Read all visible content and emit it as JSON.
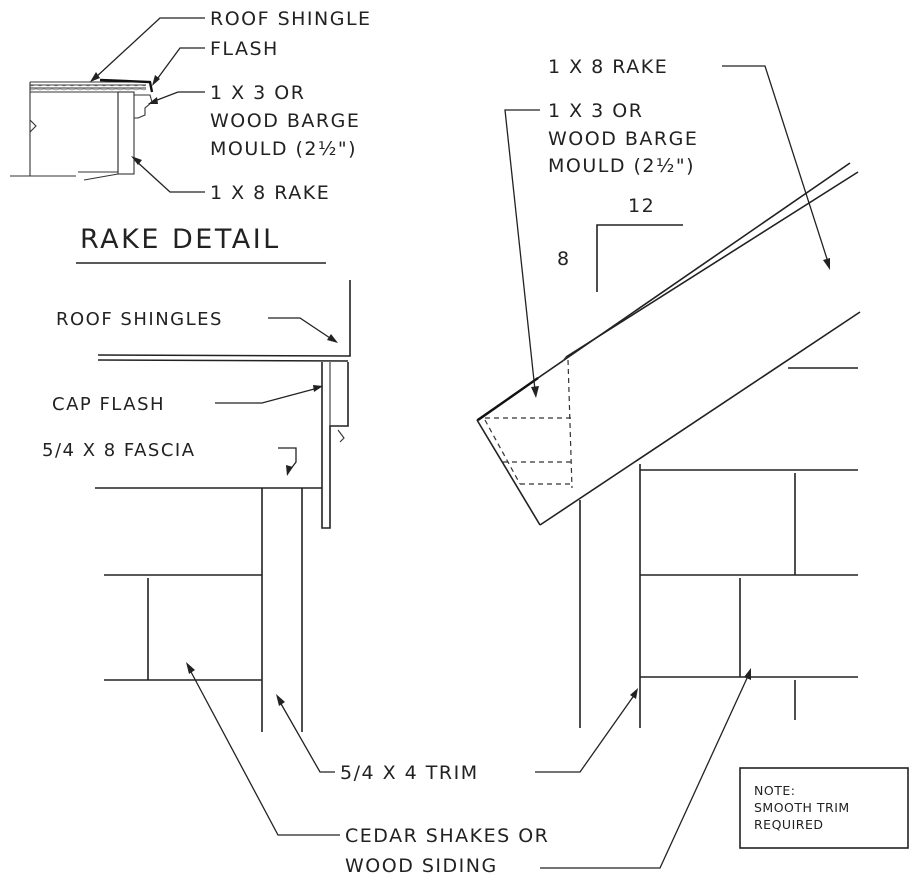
{
  "rake_detail": {
    "title": "RAKE DETAIL",
    "label_roof_shingle": "ROOF SHINGLE",
    "label_flash": "FLASH",
    "label_barge_line1": "1 X 3   OR",
    "label_barge_line2": "WOOD  BARGE",
    "label_barge_line3": "MOULD  (2½\")",
    "label_rake": "1 X 8  RAKE"
  },
  "eave_section": {
    "label_roof_shingles": "ROOF SHINGLES",
    "label_cap_flash": "CAP FLASH",
    "label_fascia": "5/4 X 8  FASCIA"
  },
  "gable_section": {
    "label_rake": "1 X 8  RAKE",
    "label_barge_line1": "1 X 3   OR",
    "label_barge_line2": "WOOD  BARGE",
    "label_barge_line3": "MOULD  (2½\")",
    "pitch_run": "12",
    "pitch_rise": "8"
  },
  "bottom_labels": {
    "label_trim": "5/4 X 4  TRIM",
    "label_siding_line1": "CEDAR  SHAKES  OR",
    "label_siding_line2": "WOOD  SIDING"
  },
  "note": {
    "line1": "NOTE:",
    "line2": "SMOOTH TRIM",
    "line3": "REQUIRED"
  }
}
